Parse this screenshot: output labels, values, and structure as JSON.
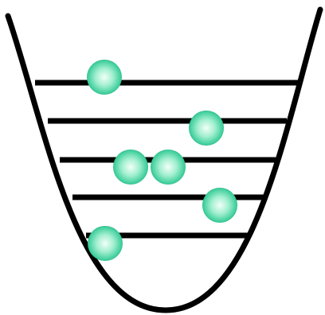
{
  "diagram": {
    "kind": "potential-well-energy-levels",
    "line_color": "#000000",
    "particle_colors": {
      "center": "#f2fff9",
      "mid": "#a2efd0",
      "edge": "#3fcf9c",
      "rim": "#1f9a70"
    },
    "levels": [
      {
        "level": 5,
        "particles": 1
      },
      {
        "level": 4,
        "particles": 1
      },
      {
        "level": 3,
        "particles": 2
      },
      {
        "level": 2,
        "particles": 1
      },
      {
        "level": 1,
        "particles": 1
      }
    ],
    "total_particles": 6
  }
}
